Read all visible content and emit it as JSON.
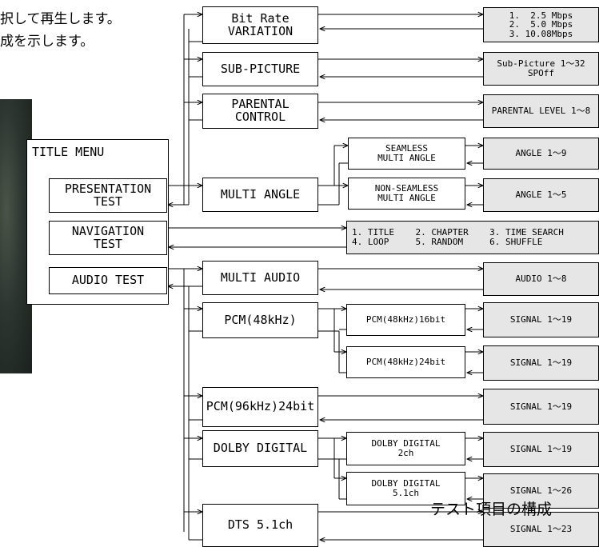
{
  "intro": {
    "line1": "択して再生します。",
    "line2": "成を示します。"
  },
  "caption": "テスト項目の構成",
  "title_menu": {
    "heading": "TITLE MENU",
    "items": [
      "PRESENTATION\nTEST",
      "NAVIGATION\nTEST",
      "AUDIO TEST"
    ]
  },
  "presentation_tests": [
    "Bit Rate\nVARIATION",
    "SUB-PICTURE",
    "PARENTAL\nCONTROL",
    "MULTI ANGLE"
  ],
  "angle_modes": [
    "SEAMLESS\nMULTI ANGLE",
    "NON-SEAMLESS\nMULTI ANGLE"
  ],
  "audio_tests": [
    "MULTI AUDIO",
    "PCM(48kHz)",
    "PCM(96kHz)24bit",
    "DOLBY DIGITAL",
    "DTS 5.1ch"
  ],
  "pcm_modes": [
    "PCM(48kHz)16bit",
    "PCM(48kHz)24bit"
  ],
  "dolby_modes": [
    "DOLBY DIGITAL\n2ch",
    "DOLBY DIGITAL\n5.1ch"
  ],
  "results": {
    "bitrate": "1.  2.5 Mbps\n2.  5.0 Mbps\n3. 10.08Mbps",
    "subpicture": "Sub-Picture 1～32\nSPOff",
    "parental": "PARENTAL LEVEL 1～8",
    "angle_seamless": "ANGLE 1～9",
    "angle_nonseamless": "ANGLE 1～5",
    "navigation": "1. TITLE    2. CHAPTER    3. TIME SEARCH\n4. LOOP     5. RANDOM     6. SHUFFLE",
    "multi_audio": "AUDIO 1～8",
    "pcm16": "SIGNAL 1～19",
    "pcm24": "SIGNAL 1～19",
    "pcm96": "SIGNAL 1～19",
    "dolby2": "SIGNAL 1～19",
    "dolby51": "SIGNAL 1～26",
    "dts": "SIGNAL 1～23"
  }
}
